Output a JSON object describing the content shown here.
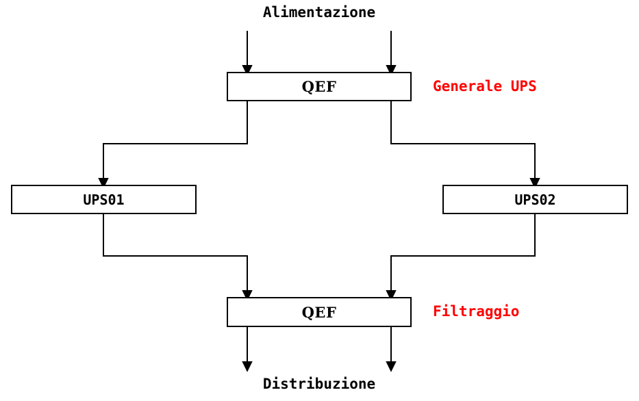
{
  "diagram": {
    "title": "Alimentazione",
    "footer": "Distribuzione",
    "nodes": {
      "qef_top": {
        "label": "QEF",
        "annotation": "Generale UPS"
      },
      "ups01": {
        "label": "UPS01"
      },
      "ups02": {
        "label": "UPS02"
      },
      "qef_bottom": {
        "label": "QEF",
        "annotation": "Filtraggio"
      }
    },
    "colors": {
      "line": "#000000",
      "box_fill": "#ffffff",
      "text": "#000000",
      "annotation": "#ff0000",
      "background": "#ffffff"
    },
    "edges": [
      {
        "name": "alimentazione-to-qef-left",
        "from": "Alimentazione",
        "to": "QEF (Generale UPS)"
      },
      {
        "name": "alimentazione-to-qef-right",
        "from": "Alimentazione",
        "to": "QEF (Generale UPS)"
      },
      {
        "name": "qef-to-ups01",
        "from": "QEF (Generale UPS)",
        "to": "UPS01"
      },
      {
        "name": "qef-to-ups02",
        "from": "QEF (Generale UPS)",
        "to": "UPS02"
      },
      {
        "name": "ups01-to-qef-bottom",
        "from": "UPS01",
        "to": "QEF (Filtraggio)"
      },
      {
        "name": "ups02-to-qef-bottom",
        "from": "UPS02",
        "to": "QEF (Filtraggio)"
      },
      {
        "name": "qef-bottom-to-distribuzione-left",
        "from": "QEF (Filtraggio)",
        "to": "Distribuzione"
      },
      {
        "name": "qef-bottom-to-distribuzione-right",
        "from": "QEF (Filtraggio)",
        "to": "Distribuzione"
      }
    ]
  }
}
